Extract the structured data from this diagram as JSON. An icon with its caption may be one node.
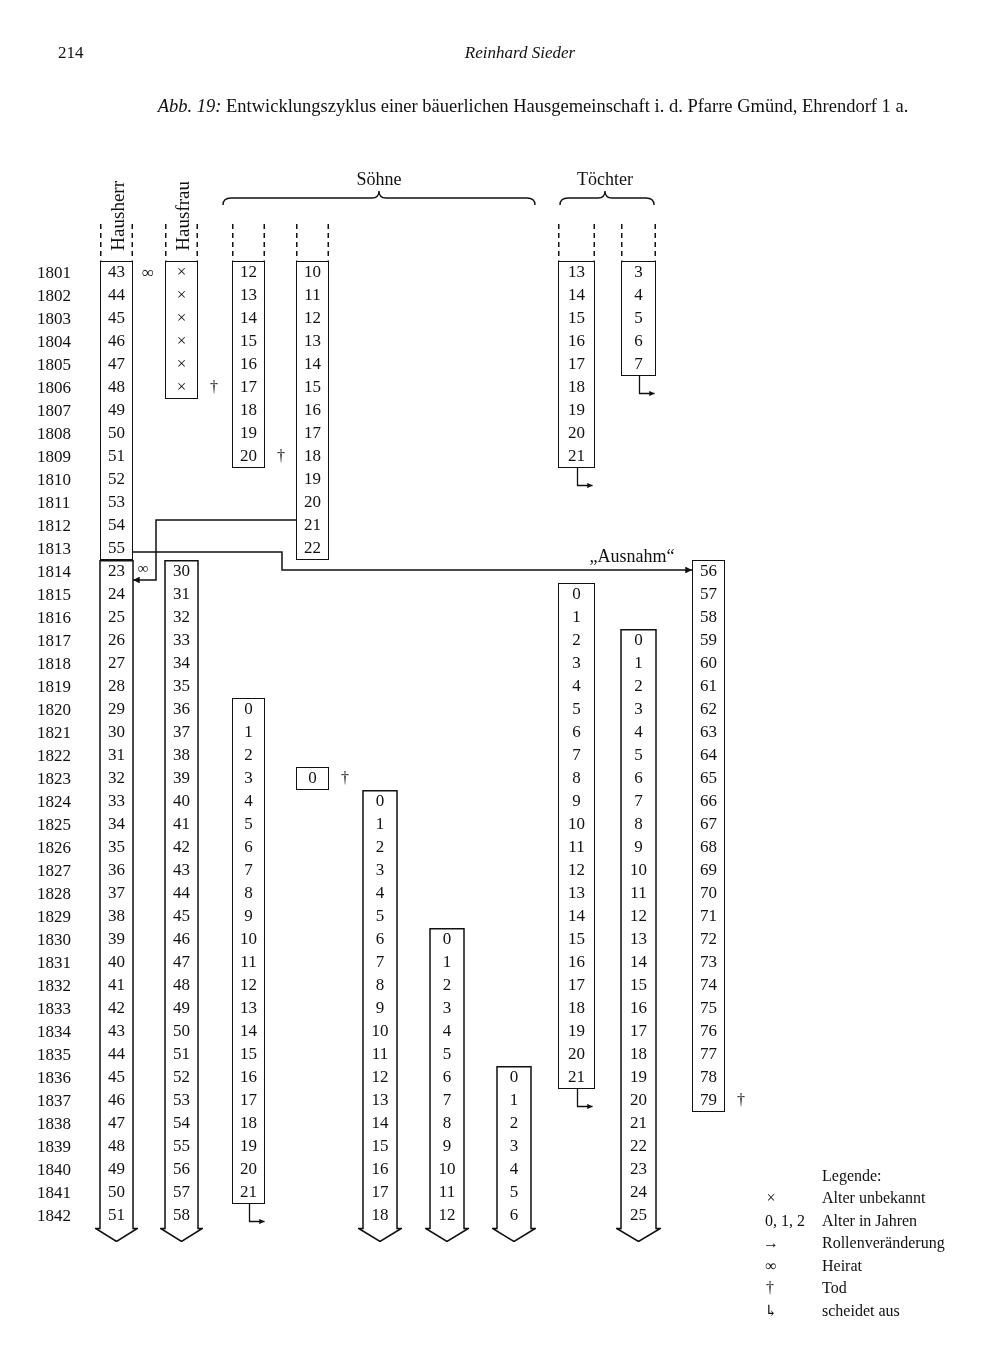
{
  "diagram": {
    "title": "*Abb. 19:* Entwicklungszyklus einer bäuerlichen Hausgemeinschaft i. d. Pfarre Gmünd, Ehrendorf 1 a.",
    "nodes": [
      {
        "text": [
          "43",
          "44",
          "45",
          "46",
          "47",
          "48",
          "49",
          "50",
          "51",
          "52",
          "53",
          "54",
          "55"
        ]
      },
      {
        "text": [
          "×",
          "×",
          "×",
          "×",
          "×",
          "×"
        ],
        "beside": [
          "†"
        ]
      },
      {
        "text": [
          "12",
          "13",
          "14",
          "15",
          "16",
          "17",
          "18",
          "19",
          "20"
        ],
        "beside": [
          "†"
        ]
      },
      {
        "text": [
          "10",
          "11",
          "12",
          "13",
          "14",
          "15",
          "16",
          "17",
          "18",
          "19",
          "20",
          "21",
          "22"
        ]
      },
      {
        "text": [
          "13",
          "14",
          "15",
          "16",
          "17",
          "18",
          "19",
          "20",
          "21"
        ]
      },
      {
        "text": [
          "3",
          "4",
          "5",
          "6",
          "7"
        ]
      },
      {
        "text": [
          "23",
          "24",
          "25",
          "26",
          "27",
          "28",
          "29",
          "30",
          "31",
          "32",
          "33",
          "34",
          "35",
          "36",
          "37",
          "38",
          "39",
          "40",
          "41",
          "42",
          "43",
          "44",
          "45",
          "46",
          "47",
          "48",
          "49",
          "50",
          "51"
        ]
      },
      {
        "text": [
          "30",
          "31",
          "32",
          "33",
          "34",
          "35",
          "36",
          "37",
          "38",
          "39",
          "40",
          "41",
          "42",
          "43",
          "44",
          "45",
          "46",
          "47",
          "48",
          "49",
          "50",
          "51",
          "52",
          "53",
          "54",
          "55",
          "56",
          "57",
          "58"
        ]
      },
      {
        "text": [
          "56",
          "57",
          "58",
          "59",
          "60",
          "61",
          "62",
          "63",
          "64",
          "65",
          "66",
          "67",
          "68",
          "69",
          "70",
          "71",
          "72",
          "73",
          "74",
          "75",
          "76",
          "77",
          "78",
          "79"
        ],
        "beside": [
          "†"
        ]
      },
      {
        "text": [
          "0",
          "1",
          "2",
          "3",
          "4",
          "5",
          "6",
          "7",
          "8",
          "9",
          "10",
          "11",
          "12",
          "13",
          "14",
          "15",
          "16",
          "17",
          "18",
          "19",
          "20",
          "21"
        ]
      },
      {
        "text": [
          "0",
          "1",
          "2",
          "3",
          "4",
          "5",
          "6",
          "7",
          "8",
          "9",
          "10",
          "11",
          "12",
          "13",
          "14",
          "15",
          "16",
          "17",
          "18",
          "19",
          "20",
          "21",
          "22",
          "23",
          "24",
          "25"
        ]
      },
      {
        "text": [
          "0",
          "1",
          "2",
          "3",
          "4",
          "5",
          "6",
          "7",
          "8",
          "9",
          "10",
          "11",
          "12",
          "13",
          "14",
          "15",
          "16",
          "17",
          "18",
          "19",
          "20",
          "21"
        ]
      },
      {
        "text": [
          "0"
        ],
        "beside": [
          "†"
        ]
      },
      {
        "text": [
          "0",
          "1",
          "2",
          "3",
          "4",
          "5",
          "6",
          "7",
          "8",
          "9",
          "10",
          "11",
          "12",
          "13",
          "14",
          "15",
          "16",
          "17",
          "18"
        ]
      },
      {
        "text": [
          "0",
          "1",
          "2",
          "3",
          "4",
          "5",
          "6",
          "7",
          "8",
          "9",
          "10",
          "11",
          "12"
        ]
      },
      {
        "text": [
          "0",
          "1",
          "2",
          "3",
          "4",
          "5",
          "6"
        ]
      }
    ],
    "edges": [
      {
        "from": 0,
        "to": 8,
        "arrow": "to",
        "label": "„Ausnahm“"
      },
      {
        "from": 3,
        "to": 6,
        "arrow": "to"
      },
      {
        "from": 5,
        "to": null,
        "arrow": "to"
      },
      {
        "from": 4,
        "to": null,
        "arrow": "to"
      },
      {
        "from": 9,
        "to": null,
        "arrow": "to"
      },
      {
        "from": 11,
        "to": null,
        "arrow": "to"
      }
    ],
    "labels": [
      "214",
      "Reinhard Sieder",
      "Söhne",
      "Töchter",
      "Hausherr",
      "Hausfrau",
      "1801",
      "1802",
      "1803",
      "1804",
      "1805",
      "1806",
      "1807",
      "1808",
      "1809",
      "1810",
      "1811",
      "1812",
      "1813",
      "1814",
      "1815",
      "1816",
      "1817",
      "1818",
      "1819",
      "1820",
      "1821",
      "1822",
      "1823",
      "1824",
      "1825",
      "1826",
      "1827",
      "1828",
      "1829",
      "1830",
      "1831",
      "1832",
      "1833",
      "1834",
      "1835",
      "1836",
      "1837",
      "1838",
      "1839",
      "1840",
      "1841",
      "1842",
      "∞",
      "∞",
      "Legende:",
      "×",
      "0, 1, 2",
      "→",
      "∞",
      "†",
      "↳"
    ],
    "legend": [
      {
        "text": "Alter unbekannt"
      },
      {
        "text": "Alter in Jahren"
      },
      {
        "text": "Rollenveränderung"
      },
      {
        "text": "Heirat"
      },
      {
        "text": "Tod"
      },
      {
        "text": "scheidet aus"
      }
    ]
  }
}
